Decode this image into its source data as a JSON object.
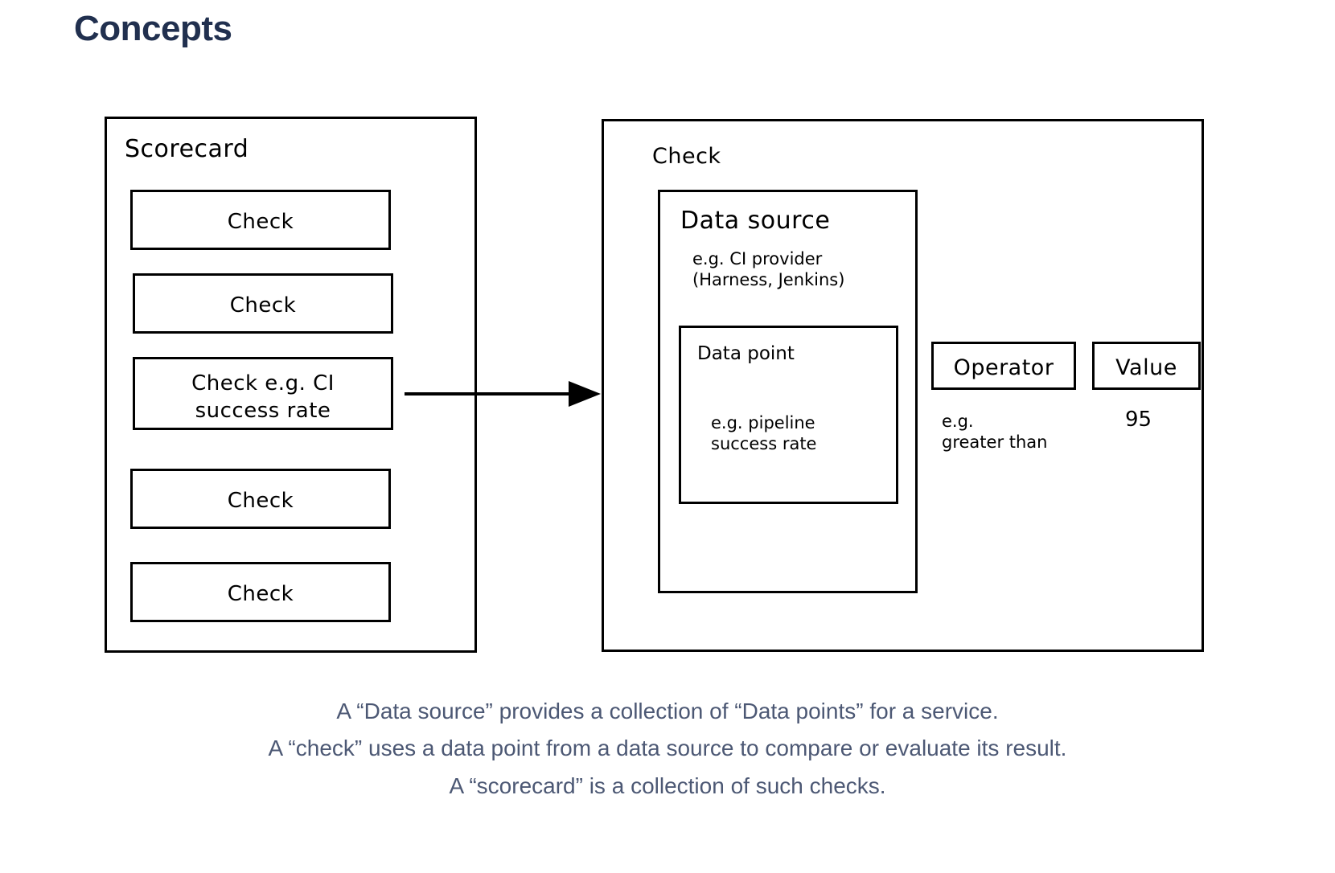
{
  "page": {
    "title": "Concepts",
    "title_color": "#21304f",
    "caption_color": "#4c5874",
    "stroke_color": "#000000",
    "background": "#ffffff"
  },
  "scorecard_panel": {
    "label": "Scorecard",
    "checks": [
      {
        "label": "Check"
      },
      {
        "label": "Check"
      },
      {
        "label": "Check e.g. CI\nsuccess rate"
      },
      {
        "label": "Check"
      },
      {
        "label": "Check"
      }
    ]
  },
  "check_panel": {
    "label": "Check",
    "data_source": {
      "label": "Data source",
      "note": "e.g. CI provider\n(Harness, Jenkins)",
      "data_point": {
        "label": "Data point",
        "note": "e.g. pipeline\nsuccess rate"
      }
    },
    "operator": {
      "label": "Operator",
      "note": "e.g.\ngreater than"
    },
    "value": {
      "label": "Value",
      "note": "95"
    }
  },
  "connector": {
    "name": "arrow-right",
    "from": "check-ci-success-rate",
    "to": "check-detail-panel"
  },
  "caption": {
    "lines": [
      "A “Data source” provides a collection of “Data points” for a service.",
      "A “check” uses a data point from a data source to compare or evaluate its result.",
      "A “scorecard” is a collection of such checks."
    ]
  }
}
